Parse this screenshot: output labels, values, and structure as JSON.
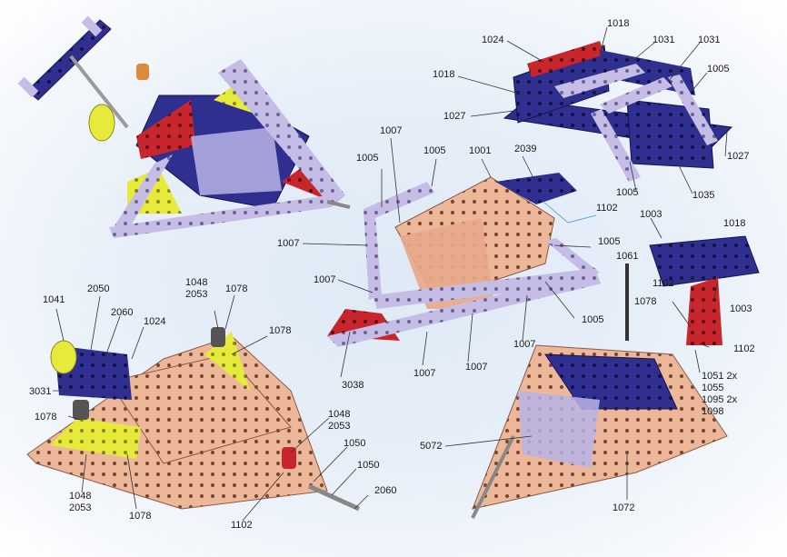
{
  "colors": {
    "lilac": "#c5bde6",
    "navy": "#2e2f8f",
    "red": "#c8262c",
    "yellow": "#e6ea3a",
    "peach": "#edb89a",
    "glass": "#b7b3e6",
    "leader": "#333333",
    "blue_leader": "#3aa0c8"
  },
  "labels": [
    {
      "id": "l1024a",
      "text": "1024"
    },
    {
      "id": "l1018a",
      "text": "1018"
    },
    {
      "id": "l1031a",
      "text": "1031"
    },
    {
      "id": "l1031b",
      "text": "1031"
    },
    {
      "id": "l1018b",
      "text": "1018"
    },
    {
      "id": "l1005a",
      "text": "1005"
    },
    {
      "id": "l1027a",
      "text": "1027"
    },
    {
      "id": "l1027b",
      "text": "1027"
    },
    {
      "id": "l1005b",
      "text": "1005"
    },
    {
      "id": "l1035",
      "text": "1035"
    },
    {
      "id": "l1007a",
      "text": "1007"
    },
    {
      "id": "l1005c",
      "text": "1005"
    },
    {
      "id": "l1001",
      "text": "1001"
    },
    {
      "id": "l2039",
      "text": "2039"
    },
    {
      "id": "l1005d",
      "text": "1005"
    },
    {
      "id": "l1102a",
      "text": "1102"
    },
    {
      "id": "l1003a",
      "text": "1003"
    },
    {
      "id": "l1018c",
      "text": "1018"
    },
    {
      "id": "l1007b",
      "text": "1007"
    },
    {
      "id": "l1005e",
      "text": "1005"
    },
    {
      "id": "l1061",
      "text": "1061"
    },
    {
      "id": "l1102b",
      "text": "1102"
    },
    {
      "id": "l1003b",
      "text": "1003"
    },
    {
      "id": "l1007c",
      "text": "1007"
    },
    {
      "id": "l1078a",
      "text": "1078"
    },
    {
      "id": "l1005f",
      "text": "1005"
    },
    {
      "id": "l1102c",
      "text": "1102"
    },
    {
      "id": "l1007d",
      "text": "1007"
    },
    {
      "id": "l3038",
      "text": "3038"
    },
    {
      "id": "l1007e",
      "text": "1007"
    },
    {
      "id": "l1007f",
      "text": "1007"
    },
    {
      "id": "l1051",
      "text": "1051 2x"
    },
    {
      "id": "l1055",
      "text": "1055"
    },
    {
      "id": "l1095",
      "text": "1095 2x"
    },
    {
      "id": "l1098",
      "text": "1098"
    },
    {
      "id": "l5072",
      "text": "5072"
    },
    {
      "id": "l1072",
      "text": "1072"
    },
    {
      "id": "l1041",
      "text": "1041"
    },
    {
      "id": "l2050",
      "text": "2050"
    },
    {
      "id": "l2060a",
      "text": "2060"
    },
    {
      "id": "l1024b",
      "text": "1024"
    },
    {
      "id": "l1048a",
      "text": "1048"
    },
    {
      "id": "l2053a",
      "text": "2053"
    },
    {
      "id": "l1078b",
      "text": "1078"
    },
    {
      "id": "l1078c",
      "text": "1078"
    },
    {
      "id": "l3031",
      "text": "3031"
    },
    {
      "id": "l1078d",
      "text": "1078"
    },
    {
      "id": "l1048b",
      "text": "1048"
    },
    {
      "id": "l2053b",
      "text": "2053"
    },
    {
      "id": "l1050a",
      "text": "1050"
    },
    {
      "id": "l1050b",
      "text": "1050"
    },
    {
      "id": "l2060b",
      "text": "2060"
    },
    {
      "id": "l1048c",
      "text": "1048"
    },
    {
      "id": "l2053c",
      "text": "2053"
    },
    {
      "id": "l1078e",
      "text": "1078"
    },
    {
      "id": "l1102d",
      "text": "1102"
    }
  ]
}
